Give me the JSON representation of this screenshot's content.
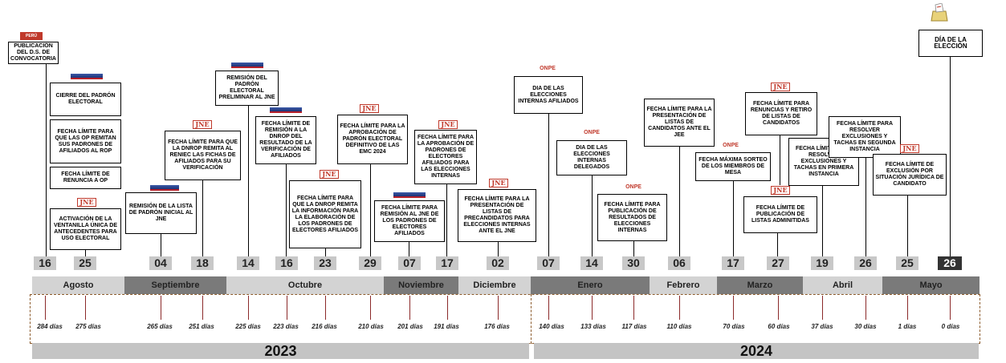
{
  "events": [
    {
      "key": "e1",
      "text": "PUBLICACIÓN DEL D.S. DE CONVOCATORIA",
      "logo": "gob.pe"
    },
    {
      "key": "e2",
      "text": "CIERRE DEL PADRÓN ELECTORAL",
      "logo": "RENIEC"
    },
    {
      "key": "e3",
      "text": "FECHA LÍMITE PARA QUE LAS OP REMITAN SUS PADRONES DE AFILIADOS AL ROP",
      "logo": ""
    },
    {
      "key": "e4",
      "text": "FECHA LÍMITE DE RENUNCIA A OP",
      "logo": ""
    },
    {
      "key": "e5",
      "text": "ACTIVACIÓN DE LA VENTANILLA ÚNICA DE ANTECEDENTES PARA USO ELECTORAL",
      "logo": "JNE"
    },
    {
      "key": "e6",
      "text": "REMISIÓN DE LA LISTA DE PADRÓN INICIAL AL JNE",
      "logo": "RENIEC"
    },
    {
      "key": "e7",
      "text": "FECHA LÍMITE PARA QUE LA DNROP REMITA AL RENIEC LAS FICHAS DE AFILIADOS PARA SU VERIFICACIÓN",
      "logo": "JNE"
    },
    {
      "key": "e8",
      "text": "REMISIÓN DEL PADRÓN ELECTORAL PRELIMINAR AL JNE",
      "logo": "RENIEC"
    },
    {
      "key": "e9",
      "text": "FECHA LÍMITE DE REMISIÓN A LA DNROP DEL RESULTADO DE LA VERIFICACIÓN DE AFILIADOS",
      "logo": "RENIEC"
    },
    {
      "key": "e10",
      "text": "FECHA LÍMITE PARA QUE LA DNROP REMITA LA INFORMACIÓN PARA LA ELABORACIÓN DE LOS PADRONES DE ELECTORES AFILIADOS",
      "logo": "JNE"
    },
    {
      "key": "e11",
      "text": "FECHA LÍMITE PARA LA APROBACIÓN DE PADRÓN ELECTORAL DEFINITIVO DE LAS EMC 2024",
      "logo": "JNE"
    },
    {
      "key": "e12",
      "text": "FECHA LÍMITE PARA REMISIÓN AL JNE DE LOS PADRONES DE ELECTORES AFILIADOS",
      "logo": "RENIEC"
    },
    {
      "key": "e13",
      "text": "FECHA LÍMITE PARA LA APROBACIÓN DE PADRONES DE ELECTORES AFILIADOS PARA LAS ELECCIONES INTERNAS",
      "logo": "JNE"
    },
    {
      "key": "e14",
      "text": "FECHA LÍMITE PARA LA PRESENTACIÓN DE LISTAS DE PRECANDIDATOS PARA ELECCIONES INTERNAS ANTE EL JNE",
      "logo": "JNE"
    },
    {
      "key": "e15",
      "text": "DIA DE LAS ELECCIONES INTERNAS AFILIADOS",
      "logo": "ONPE"
    },
    {
      "key": "e16",
      "text": "DIA DE LAS ELECCIONES INTERNAS DELEGADOS",
      "logo": "ONPE"
    },
    {
      "key": "e17",
      "text": "FECHA LÍMITE PARA PUBLICACIÓN DE RESULTADOS DE ELECCIONES INTERNAS",
      "logo": "ONPE"
    },
    {
      "key": "e18",
      "text": "FECHA LÍMITE PARA LA PRESENTACIÓN DE LISTAS DE CANDIDATOS ANTE EL JEE",
      "logo": ""
    },
    {
      "key": "e19",
      "text": "FECHA MÁXIMA SORTEO DE LOS MIEMBROS DE MESA",
      "logo": "ONPE"
    },
    {
      "key": "e20",
      "text": "FECHA LÍMITE PARA RENUNCIAS Y RETIRO DE LISTAS DE CANDIDATOS",
      "logo": "JNE"
    },
    {
      "key": "e21",
      "text": "FECHA LÍMITE DE PUBLICACIÓN DE LISTAS ADMINITIDAS",
      "logo": "JNE"
    },
    {
      "key": "e22",
      "text": "FECHA LÍMITE PARA RESOLVER EXCLUSIONES Y TACHAS EN PRIMERA INSTANCIA",
      "logo": ""
    },
    {
      "key": "e23",
      "text": "FECHA LÍMITE PARA RESOLVER EXCLUSIONES Y TACHAS EN SEGUNDA INSTANCIA",
      "logo": ""
    },
    {
      "key": "e24",
      "text": "FECHA LÍMITE DE EXCLUSIÓN POR SITUACIÓN JURÍDICA DE CANDIDATO",
      "logo": "JNE"
    },
    {
      "key": "e25",
      "text": "DÍA DE LA ELECCIÓN",
      "logo": ""
    }
  ],
  "days": [
    "16",
    "25",
    "04",
    "18",
    "14",
    "16",
    "23",
    "29",
    "07",
    "17",
    "02",
    "07",
    "14",
    "30",
    "06",
    "17",
    "27",
    "19",
    "26",
    "25",
    "26"
  ],
  "months": [
    "Agosto",
    "Septiembre",
    "Octubre",
    "Noviembre",
    "Diciembre",
    "Enero",
    "Febrero",
    "Marzo",
    "Abril",
    "Mayo"
  ],
  "dias": [
    "284 días",
    "275 días",
    "265 días",
    "251 días",
    "225 días",
    "223 días",
    "216 días",
    "210 días",
    "201 días",
    "191 días",
    "176 días",
    "140 días",
    "133 días",
    "117 días",
    "110 días",
    "70 días",
    "60 días",
    "37 días",
    "30 días",
    "1 días",
    "0 días"
  ],
  "years": [
    "2023",
    "2024"
  ],
  "colors": {
    "month_light": "#d3d3d3",
    "month_dark": "#7a7a7a",
    "jne_red": "#c0392b",
    "reniec_blue": "#2a4594"
  }
}
